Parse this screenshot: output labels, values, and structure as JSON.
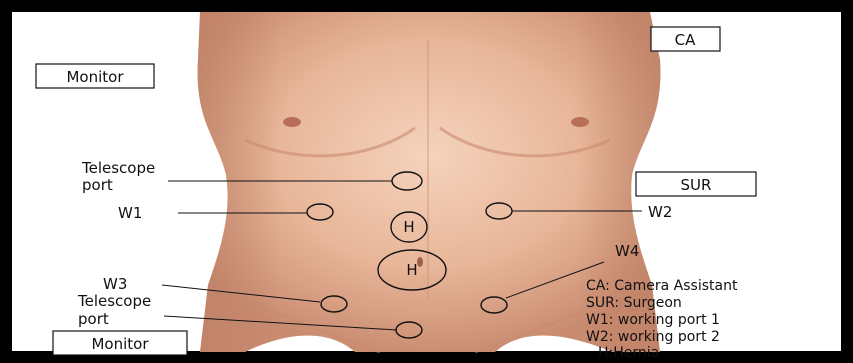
{
  "boxes": {
    "ca": "CA",
    "sur": "SUR",
    "monitor_top": "Monitor",
    "monitor_bottom": "Monitor"
  },
  "labels": {
    "telescope_upper_line1": "Telescope",
    "telescope_upper_line2": "port",
    "w1": "W1",
    "w2": "W2",
    "w3": "W3",
    "w4": "W4",
    "telescope_lower_line1": "Telescope",
    "telescope_lower_line2": "port"
  },
  "ports": {
    "h_upper": "H",
    "h_lower": "H"
  },
  "legend": [
    "CA: Camera Assistant",
    "SUR: Surgeon",
    "W1: working port 1",
    "W2: working port 2",
    "H:Hernia"
  ],
  "colors": {
    "skin_light": "#f2cbb2",
    "skin_mid": "#dfa487",
    "skin_shadow": "#c98b70",
    "frame": "#000000",
    "background": "#ffffff"
  }
}
